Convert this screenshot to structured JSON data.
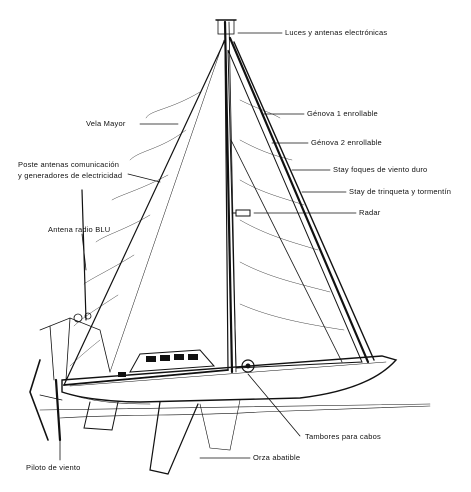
{
  "labels": {
    "luces": "Luces y antenas electrónicas",
    "genova1": "Génova 1 enrollable",
    "vela_mayor": "Vela Mayor",
    "genova2": "Génova 2 enrollable",
    "poste_line1": "Poste antenas comunicación",
    "poste_line2": "y generadores de electricidad",
    "stay_foques": "Stay foques de viento duro",
    "stay_trinqueta": "Stay de trinqueta y tormentín",
    "radar": "Radar",
    "antena_blu": "Antena radio BLU",
    "tambores": "Tambores para cabos",
    "orza": "Orza abatible",
    "piloto": "Piloto de viento"
  },
  "colors": {
    "ink": "#111111",
    "background": "#ffffff"
  }
}
